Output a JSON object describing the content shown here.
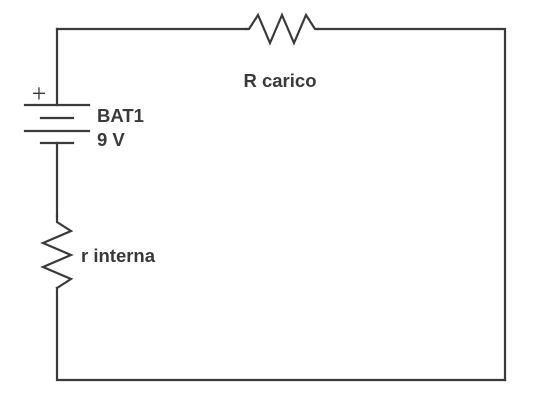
{
  "components": {
    "load_resistor": {
      "label": "R carico"
    },
    "battery": {
      "name": "BAT1",
      "voltage": "9 V",
      "polarity_mark": "+"
    },
    "internal_resistor": {
      "label": "r interna"
    }
  },
  "colors": {
    "line": "#3a3a3a",
    "background": "#ffffff"
  }
}
